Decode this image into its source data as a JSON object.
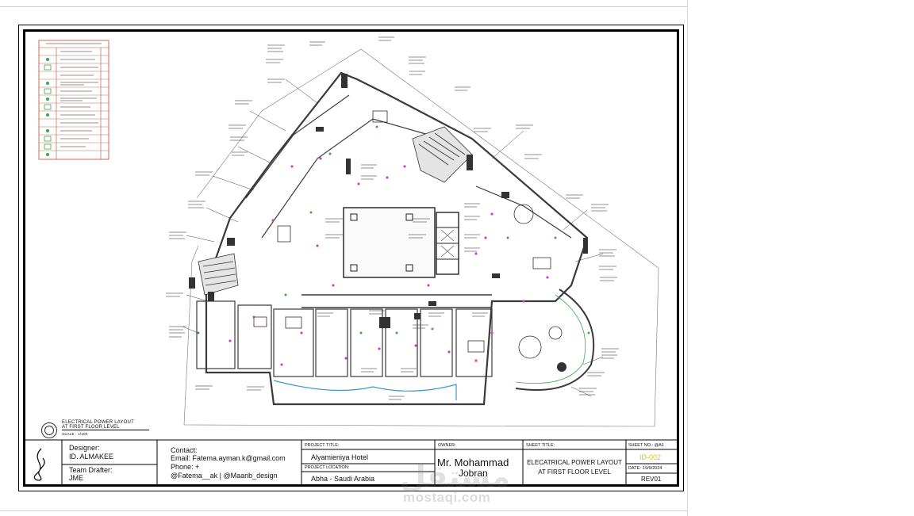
{
  "plan_caption": {
    "title_line1": "ELECTRICAL POWER LAYOUT",
    "title_line2": "AT FIRST FLOOR LEVEL",
    "scale": "SCALE : 1/100"
  },
  "title_block": {
    "designer_label": "Designer:",
    "designer_name": "ID. ALMAKEE",
    "drafter_label": "Team Drafter:",
    "drafter_name": "JME",
    "contact_label": "Contact:",
    "email": "Email: Fatema.ayman.k@gmail.com",
    "phone": "Phone: +",
    "social": "@Fatema__ak | @Maarib_design",
    "project_title_label": "PROJECT TITLE:",
    "project_title": "Alyamieniya Hotel",
    "project_location_label": "PROJECT LOCATION:",
    "project_location": "Abha - Saudi Arabia",
    "owner_label": "OWNER:",
    "owner_line1": "Mr. Mohammad",
    "owner_line2": "Jobran",
    "sheet_title_label": "SHEET TITLE:",
    "sheet_title_line1": "ELECATRICAL POWER LAYOUT",
    "sheet_title_line2": "AT FIRST FLOOR LEVEL",
    "sheet_no_label": "SHEET NO.: @A1",
    "sheet_no": "ID-002",
    "date_label": "DATE:",
    "date": "19/9/2024",
    "revision": "REV01"
  },
  "watermark": {
    "logo": "مستقل",
    "site": "mostaqi.com"
  },
  "colors": {
    "ink": "#111111",
    "wall": "#3a3a3a",
    "legend_border": "#c04a2a",
    "sheet_no": "#e6c200",
    "magenta": "#d040d0",
    "green": "#3aa84a"
  }
}
